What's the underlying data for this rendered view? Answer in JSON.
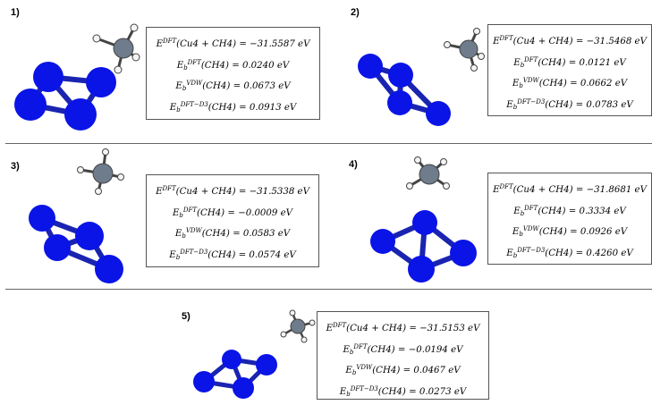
{
  "panels": [
    {
      "label": "1)",
      "system": "(Cu4 + CH4)",
      "e_total": "= −31.5587 eV",
      "e_dft": "= 0.0240 eV",
      "e_vdw": "= 0.0673 eV",
      "e_d3": "= 0.0913 eV"
    },
    {
      "label": "2)",
      "system": "(Cu4 + CH4)",
      "e_total": "= −31.5468 eV",
      "e_dft": "= 0.0121 eV",
      "e_vdw": "= 0.0662 eV",
      "e_d3": "= 0.0783 eV"
    },
    {
      "label": "3)",
      "system": "(Cu4 + CH4)",
      "e_total": "= −31.5338 eV",
      "e_dft": "= −0.0009 eV",
      "e_vdw": "= 0.0583 eV",
      "e_d3": "= 0.0574 eV"
    },
    {
      "label": "4)",
      "system": "(Cu4 + CH4)",
      "e_total": "= −31.8681 eV",
      "e_dft": "= 0.3334 eV",
      "e_vdw": "= 0.0926 eV",
      "e_d3": "= 0.4260 eV"
    },
    {
      "label": "5)",
      "system": "(Cu4 + CH4)",
      "e_total": "= −31.5153 eV",
      "e_dft": "= −0.0194 eV",
      "e_vdw": "= 0.0467  eV",
      "e_d3": "= 0.0273 eV"
    }
  ],
  "symbols": {
    "E": "E",
    "sub_b": "b",
    "sup_dft": "DFT",
    "sup_vdw": "VDW",
    "sup_d3": "DFT−D3",
    "ch4": "(CH4)"
  },
  "colors": {
    "cu_atom": "#0a14e6",
    "cu_bond": "#1a24b0",
    "c_atom": "#6e7c8c",
    "h_atom": "#f4f4f4",
    "divider": "#666666"
  }
}
